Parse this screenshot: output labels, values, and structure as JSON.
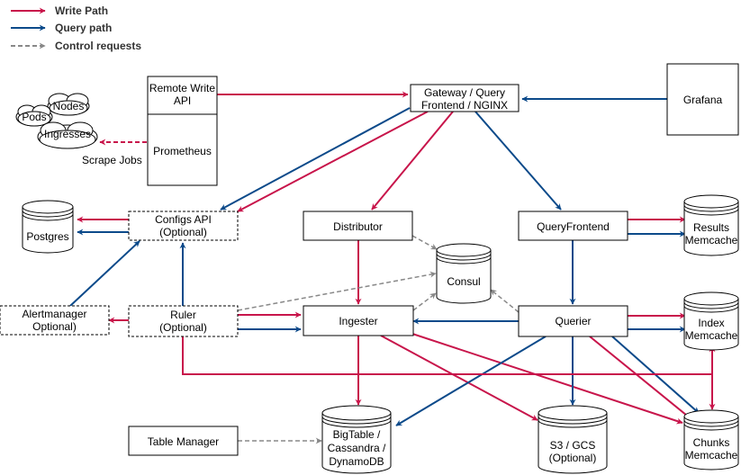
{
  "colors": {
    "write": "#c8154b",
    "query": "#0c4a8a",
    "control": "#888888"
  },
  "legend": {
    "write": "Write Path",
    "query": "Query path",
    "control": "Control requests"
  },
  "nodes": {
    "remote_write_1": "Remote Write",
    "remote_write_2": "API",
    "prometheus": "Prometheus",
    "gateway_1": "Gateway / Query",
    "gateway_2": "Frontend / NGINX",
    "grafana": "Grafana",
    "cloud_nodes": "Nodes",
    "cloud_pods": "Pods",
    "cloud_ingresses": "Ingresses",
    "scrape_jobs": "Scrape Jobs",
    "configs_api_1": "Configs API",
    "configs_api_2": "(Optional)",
    "postgres": "Postgres",
    "distributor": "Distributor",
    "query_frontend": "QueryFrontend",
    "results_1": "Results",
    "results_2": "Memcache",
    "consul": "Consul",
    "alertmanager_1": "Alertmanager",
    "alertmanager_2": "Optional)",
    "ruler_1": "Ruler",
    "ruler_2": "(Optional)",
    "ingester": "Ingester",
    "querier": "Querier",
    "index_1": "Index",
    "index_2": "Memcache",
    "table_manager": "Table Manager",
    "bigtable_1": "BigTable /",
    "bigtable_2": "Cassandra /",
    "bigtable_3": "DynamoDB",
    "s3_1": "S3 / GCS",
    "s3_2": "(Optional)",
    "chunks_1": "Chunks",
    "chunks_2": "Memcache"
  }
}
